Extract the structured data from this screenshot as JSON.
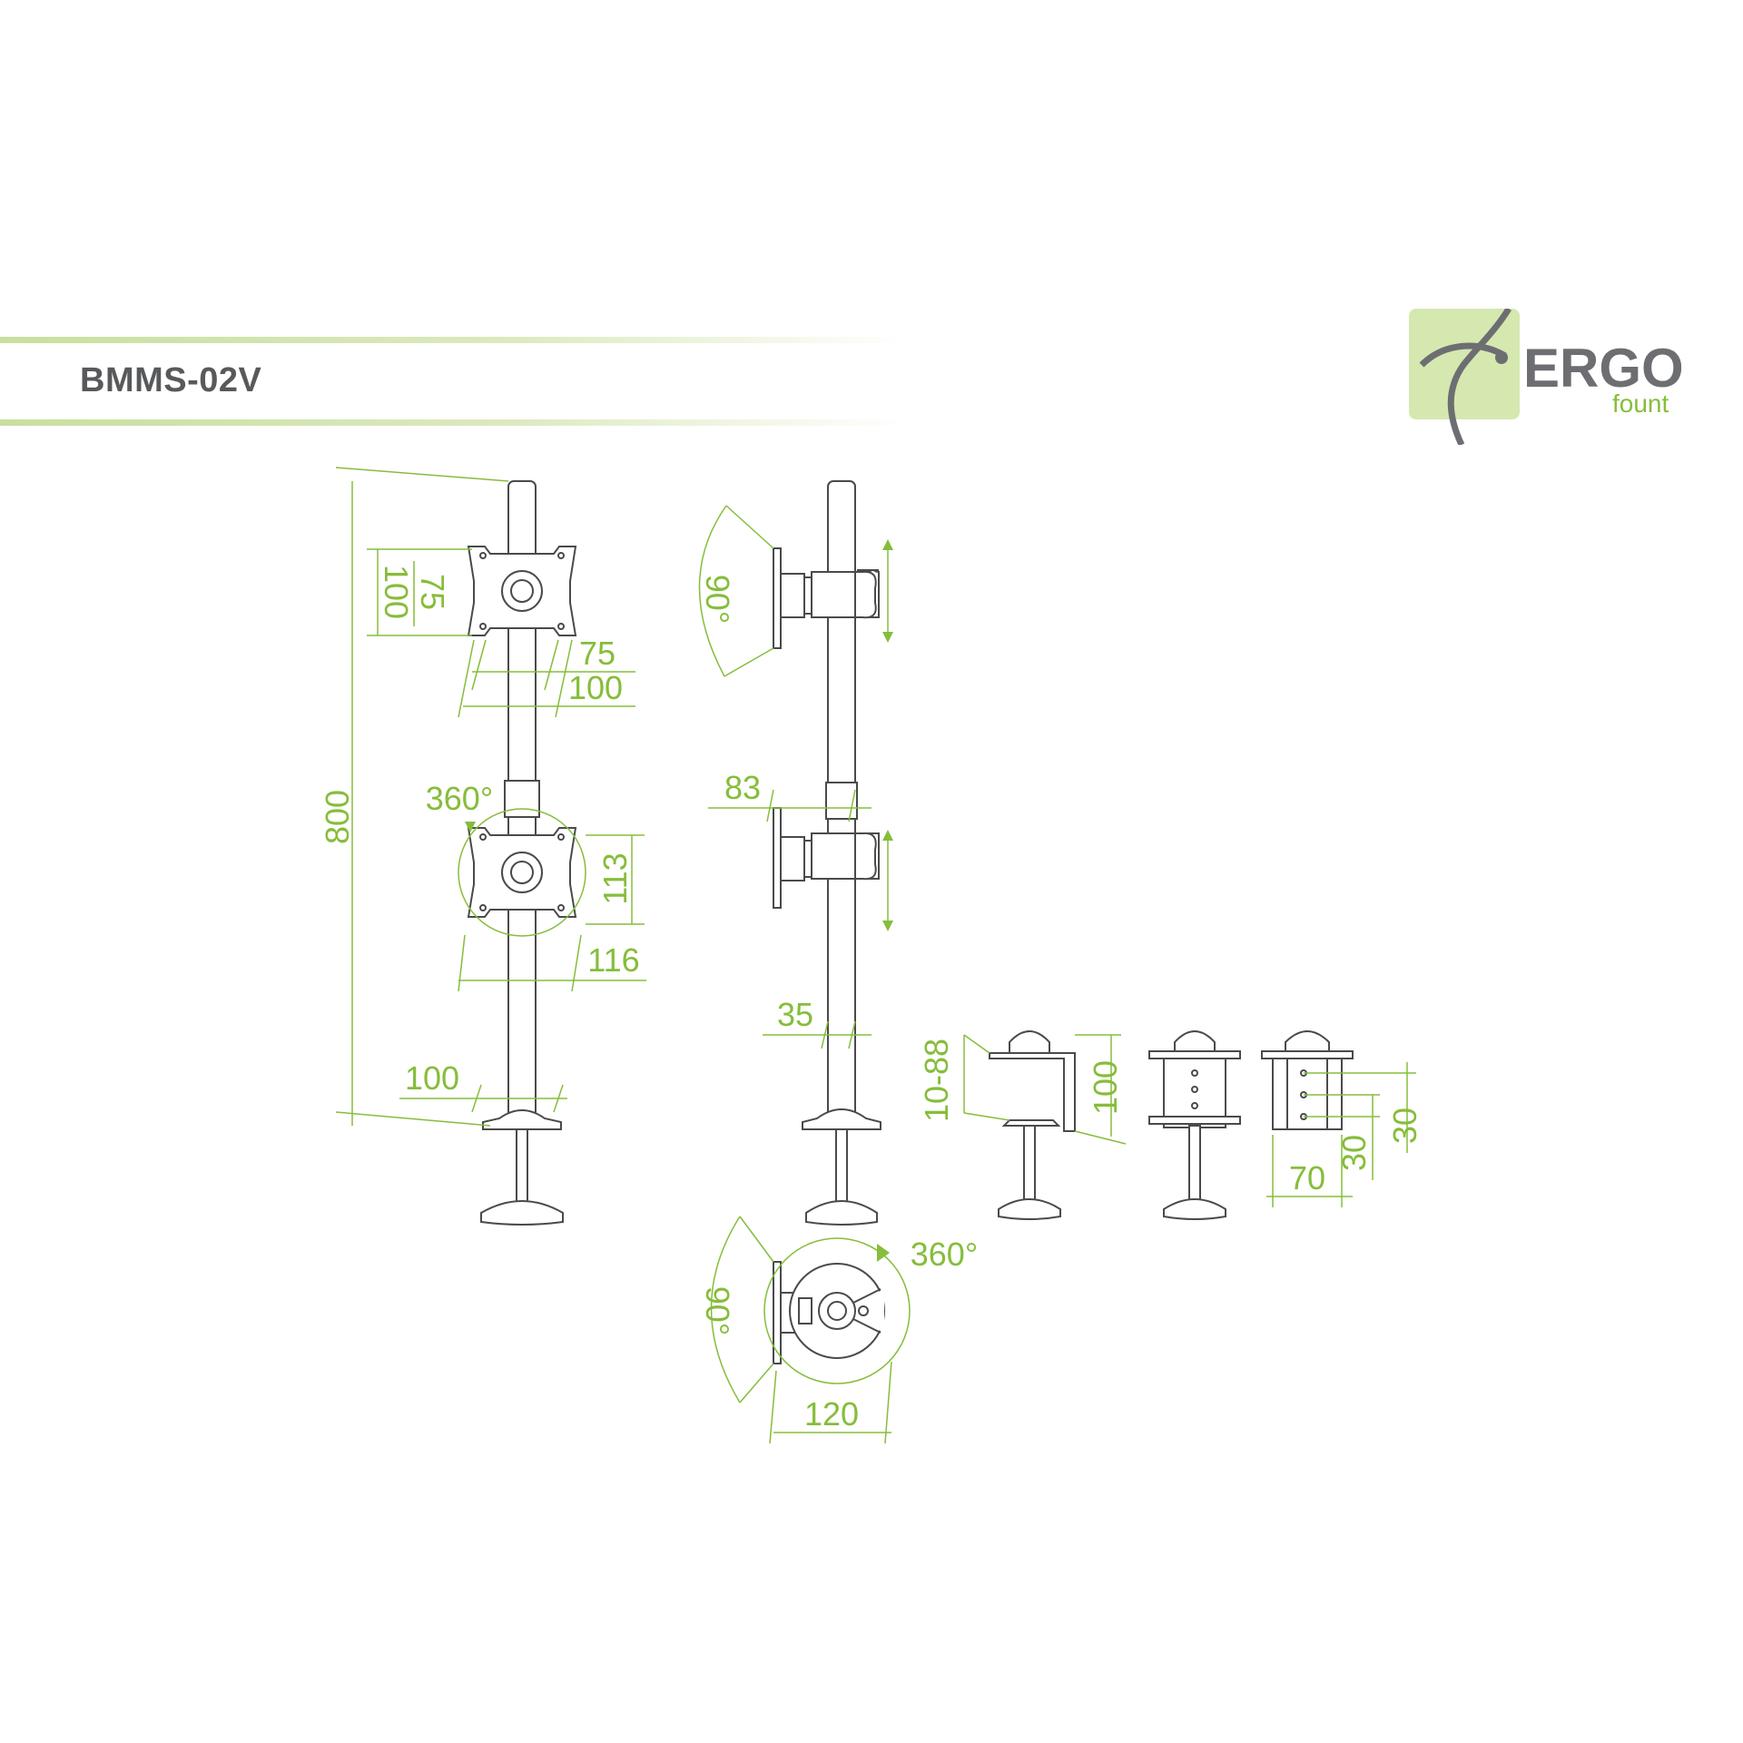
{
  "title": "BMMS-02V",
  "brand": {
    "name": "ERGO",
    "sub": "fount"
  },
  "colors": {
    "dimension": "#86bd3b",
    "drawing": "#4a4a4a",
    "band": "#c9df9f",
    "logo_bg": "#d4e8b0"
  },
  "front_view": {
    "plate_dims": [
      "100",
      "75",
      "75",
      "100"
    ],
    "rotation": "360°",
    "lower_plate_dims": [
      "113",
      "116"
    ],
    "pole_height": "800",
    "base_width": "100"
  },
  "side_view": {
    "tilt_top": "90°",
    "arm_offset": "83",
    "pole_diameter": "35"
  },
  "top_view": {
    "tilt": "90°",
    "rotation": "360°",
    "width": "120"
  },
  "clamp_views": {
    "clamp_range": "10-88",
    "clamp_height": "100",
    "hole_spacing_a": "30",
    "hole_spacing_b": "30",
    "clamp_depth": "70"
  }
}
